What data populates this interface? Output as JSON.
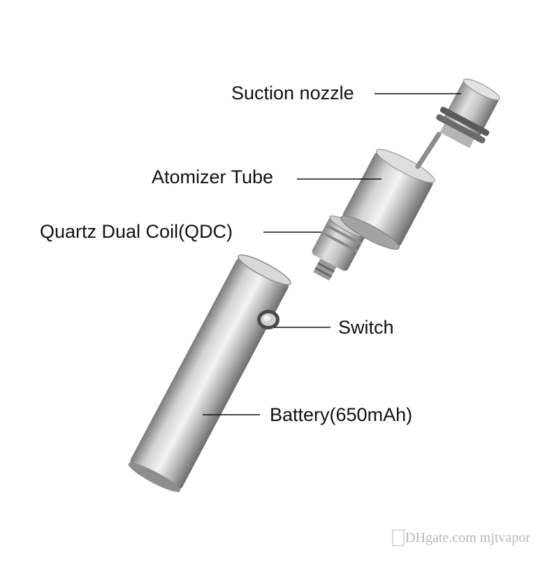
{
  "labels": {
    "suction_nozzle": "Suction nozzle",
    "atomizer_tube": "Atomizer Tube",
    "quartz_coil": "Quartz Dual Coil(QDC)",
    "switch": "Switch",
    "battery": "Battery(650mAh)"
  },
  "watermark": {
    "site": "DHgate.com",
    "seller": "mjtvapor"
  },
  "colors": {
    "background": "#ffffff",
    "text": "#111111",
    "leader_line": "#111111",
    "metal_light": "#e6e6e6",
    "metal_mid": "#a9a9a9",
    "metal_dark": "#6c6c6c",
    "watermark": "#b8b8b8"
  }
}
